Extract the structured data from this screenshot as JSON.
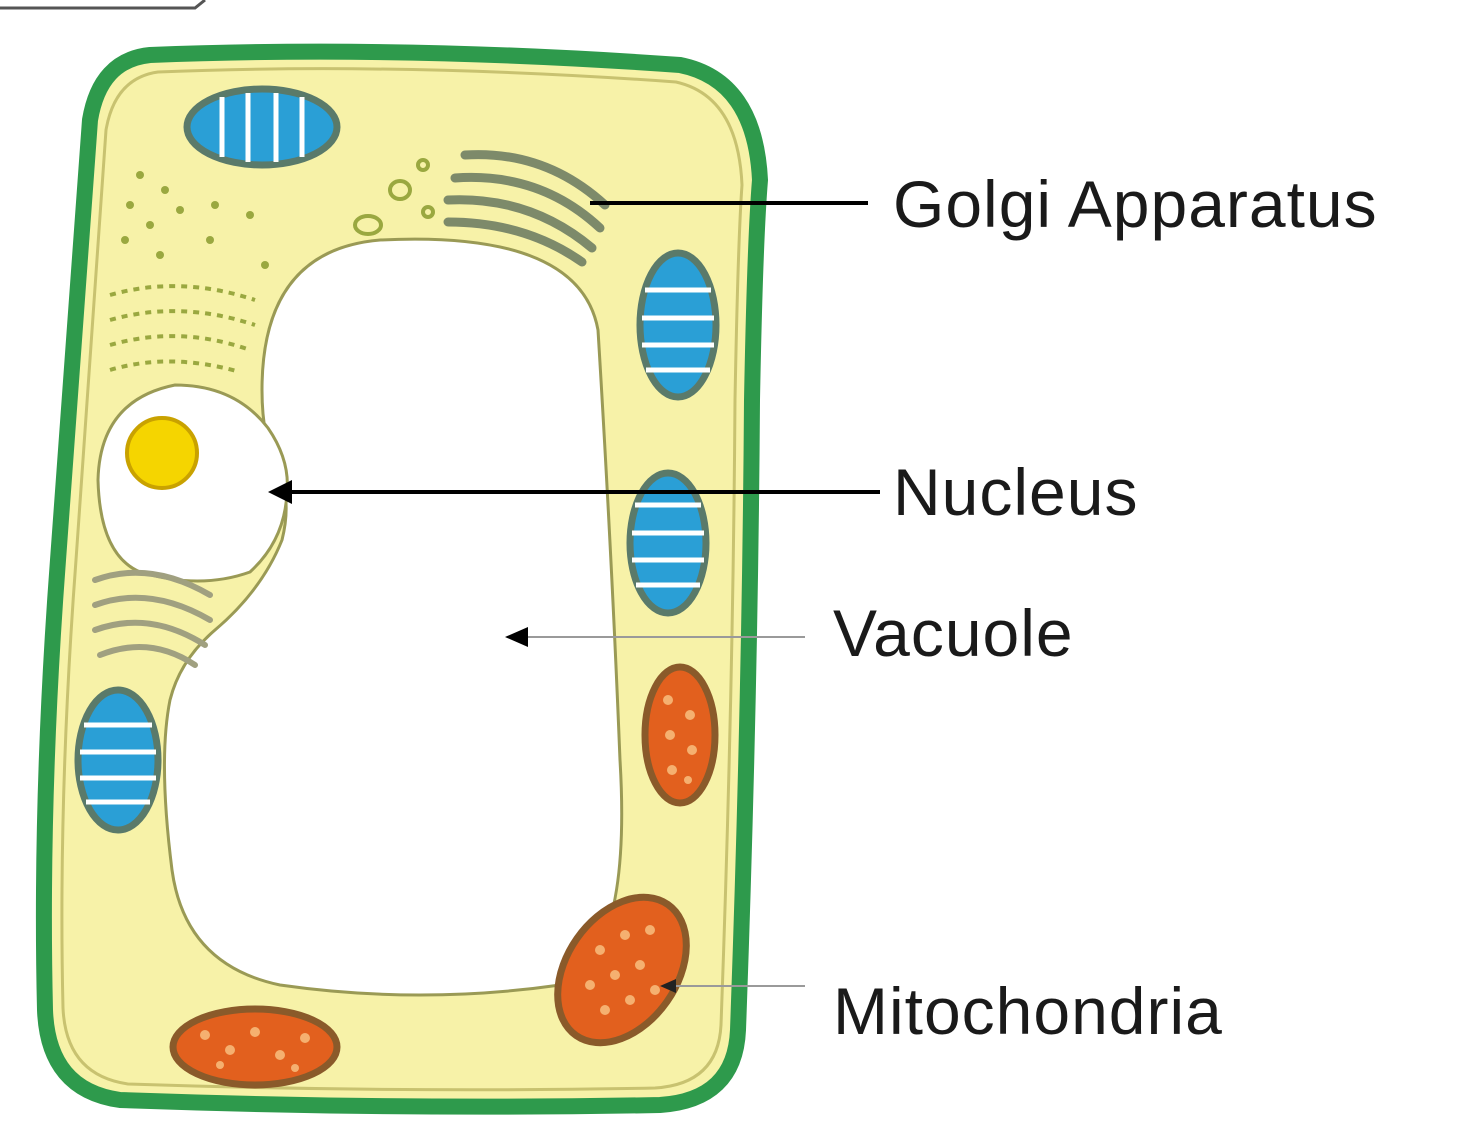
{
  "labels": {
    "golgi": "Golgi Apparatus",
    "nucleus": "Nucleus",
    "vacuole": "Vacuole",
    "mitochondria": "Mitochondria"
  },
  "colors": {
    "cell_wall": "#2e9a4c",
    "cytoplasm": "#f7f2a8",
    "membrane_line": "#9a9a55",
    "chloroplast_blue": "#2a9fd6",
    "chloroplast_edge": "#5a7a6a",
    "mitochondria_orange": "#e2601e",
    "mitochondria_edge": "#8a5a2a",
    "nucleolus": "#f5d500",
    "golgi_stroke": "#7d8a6a",
    "leader_line": "#000000"
  }
}
